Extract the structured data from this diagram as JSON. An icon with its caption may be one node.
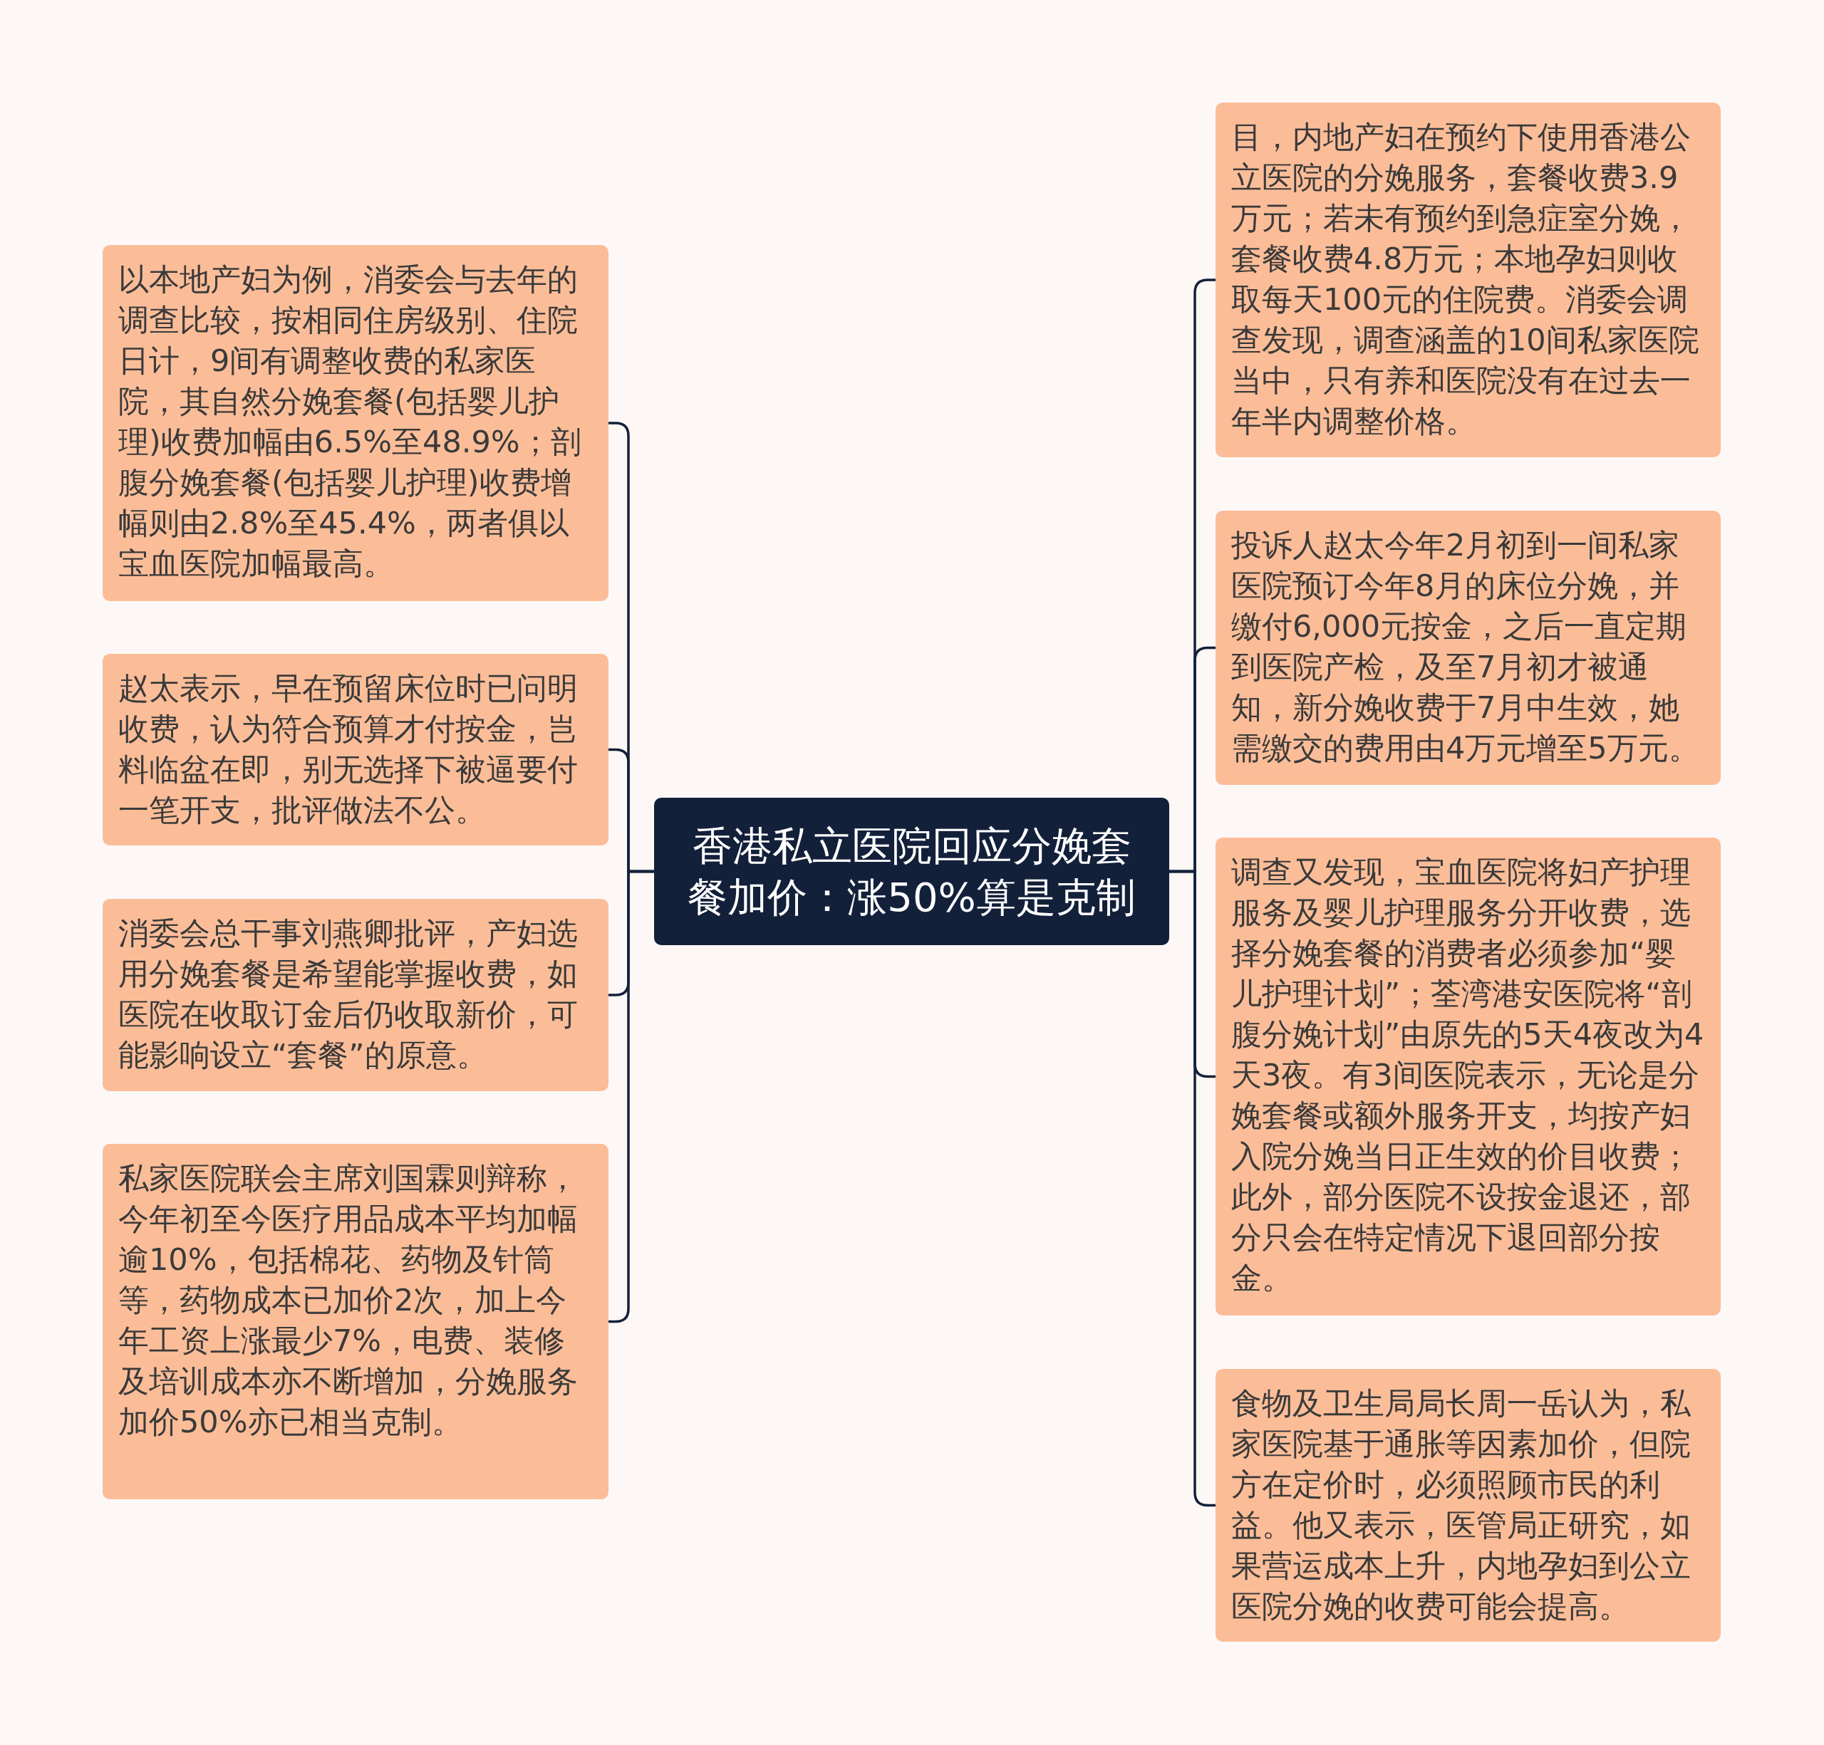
{
  "diagram": {
    "nodes": [
      {
        "text": [
          "香港私立医院回应分娩套餐加价：涨50%算是克制"
        ]
      },
      {
        "text": [
          "以本地产妇为例，消委会与去年的调查比较，按相同住房级别、住院日计，9间有调整收费的私家医院，其自然分娩套餐(包括婴儿护理)收费加幅由6.5%至48.9%；剖腹分娩套餐(包括婴儿护理)收费增幅则由2.8%至45.4%，两者俱以宝血医院加幅最高。"
        ]
      },
      {
        "text": [
          "赵太表示，早在预留床位时已问明收费，认为符合预算才付按金，岂料临盆在即，别无选择下被逼要付一笔开支，批评做法不公。"
        ]
      },
      {
        "text": [
          "消委会总干事刘燕卿批评，产妇选用分娩套餐是希望能掌握收费，如医院在收取订金后仍收取新价，可能影响设立“套餐”的原意。"
        ]
      },
      {
        "text": [
          "私家医院联会主席刘国霖则辩称，今年初至今医疗用品成本平均加幅逾10%，包括棉花、药物及针筒等，药物成本已加价2次，加上今年工资上涨最少7%，电费、装修及培训成本亦不断增加，分娩服务加价50%亦已相当克制。"
        ]
      },
      {
        "text": [
          "目，内地产妇在预约下使用香港公立医院的分娩服务，套餐收费3.9万元；若未有预约到急症室分娩，套餐收费4.8万元；本地孕妇则收取每天100元的住院费。消委会调查发现，调查涵盖的10间私家医院当中，只有养和医院没有在过去一年半内调整价格。"
        ]
      },
      {
        "text": [
          "投诉人赵太今年2月初到一间私家医院预订今年8月的床位分娩，并缴付6,000元按金，之后一直定期到医院产检，及至7月初才被通知，新分娩收费于7月中生效，她需缴交的费用由4万元增至5万元。"
        ]
      },
      {
        "text": [
          "调查又发现，宝血医院将妇产护理服务及婴儿护理服务分开收费，选择分娩套餐的消费者必须参加“婴儿护理计划”；荃湾港安医院将“剖腹分娩计划”由原先的5天4夜改为4天3夜。有3间医院表示，无论是分娩套餐或额外服务开支，均按产妇入院分娩当日正生效的价目收费；此外，部分医院不设按金退还，部分只会在特定情况下退回部分按金。"
        ]
      },
      {
        "text": [
          "食物及卫生局局长周一岳认为，私家医院基于通胀等因素加价，但院方在定价时，必须照顾市民的利益。他又表示，医管局正研究，如果营运成本上升，内地孕妇到公立医院分娩的收费可能会提高。"
        ]
      }
    ],
    "edges": [
      {
        "from": 0,
        "to": 1,
        "arrow": "none"
      },
      {
        "from": 0,
        "to": 2,
        "arrow": "none"
      },
      {
        "from": 0,
        "to": 3,
        "arrow": "none"
      },
      {
        "from": 0,
        "to": 4,
        "arrow": "none"
      },
      {
        "from": 0,
        "to": 5,
        "arrow": "none"
      },
      {
        "from": 0,
        "to": 6,
        "arrow": "none"
      },
      {
        "from": 0,
        "to": 7,
        "arrow": "none"
      },
      {
        "from": 0,
        "to": 8,
        "arrow": "none"
      }
    ]
  }
}
